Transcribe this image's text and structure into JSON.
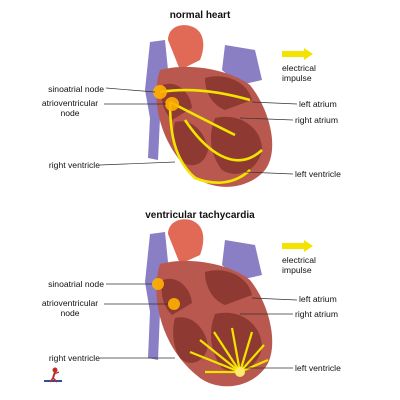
{
  "panels": [
    {
      "title": "normal heart",
      "labels": {
        "sinoatrial_node": "sinoatrial node",
        "atrioventricular_node": [
          "atrioventricular",
          "node"
        ],
        "right_ventricle": "right ventricle",
        "left_atrium": "left atrium",
        "right_atrium": "right atrium",
        "left_ventricle": "left ventricle",
        "electrical_impulse": [
          "electrical",
          "impulse"
        ]
      }
    },
    {
      "title": "ventricular tachycardia",
      "labels": {
        "sinoatrial_node": "sinoatrial node",
        "atrioventricular_node": [
          "atrioventricular",
          "node"
        ],
        "right_ventricle": "right ventricle",
        "left_atrium": "left atrium",
        "right_atrium": "right atrium",
        "left_ventricle": "left ventricle",
        "electrical_impulse": [
          "electrical",
          "impulse"
        ]
      }
    }
  ],
  "colors": {
    "impulse": "#f3e400",
    "vein": "#8a7fc4",
    "muscle": "#b8584e",
    "chamber": "#8e3a33",
    "aorta": "#e06a56",
    "node_glow": "#ffb000"
  },
  "icons": [
    "impulse-arrow-icon",
    "publisher-logo-icon"
  ]
}
